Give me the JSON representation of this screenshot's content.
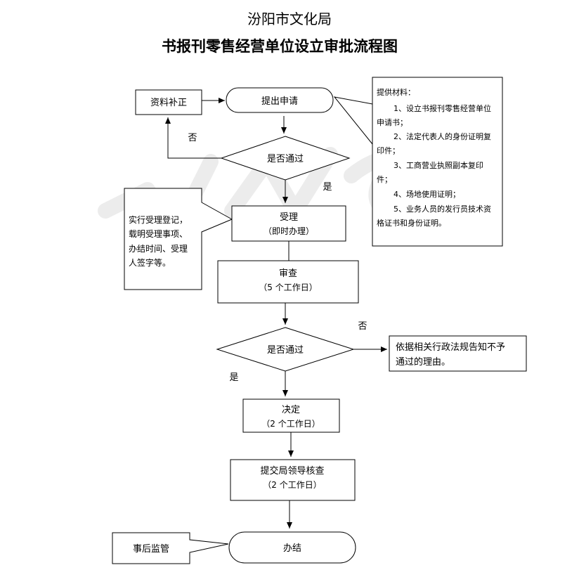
{
  "header": {
    "agency": "汾阳市文化局",
    "title": "书报刊零售经营单位设立审批流程图"
  },
  "nodes": {
    "supplement": "资料补正",
    "submit": "提出申请",
    "check1": "是否通过",
    "accept": "受理",
    "accept_note": "（即时办理）",
    "review": "审查",
    "review_note": "（5 个工作日）",
    "check2": "是否通过",
    "reject_notice_line1": "依据相关行政法规告知不予",
    "reject_notice_line2": "通过的理由。",
    "decide": "决定",
    "decide_note": "（2 个工作日）",
    "leader_review": "提交局领导核查",
    "leader_review_note": "（2 个工作日）",
    "finish": "办结",
    "supervise": "事后监管"
  },
  "edge_labels": {
    "no1": "否",
    "yes1": "是",
    "no2": "否",
    "yes2": "是"
  },
  "acceptance_note": {
    "lines": [
      "实行受理登记，",
      "载明受理事项、",
      "办结时间、受理",
      "人签字等。"
    ]
  },
  "materials": {
    "heading": "提供材料：",
    "lines": [
      "1、设立书报刊零售经营单位",
      "申请书；",
      "2、法定代表人的身份证明复",
      "印件；",
      "3、工商营业执照副本复印",
      "件；",
      "4、场地使用证明；",
      "5、业务人员的发行员技术资",
      "格证书和身份证明。"
    ]
  }
}
